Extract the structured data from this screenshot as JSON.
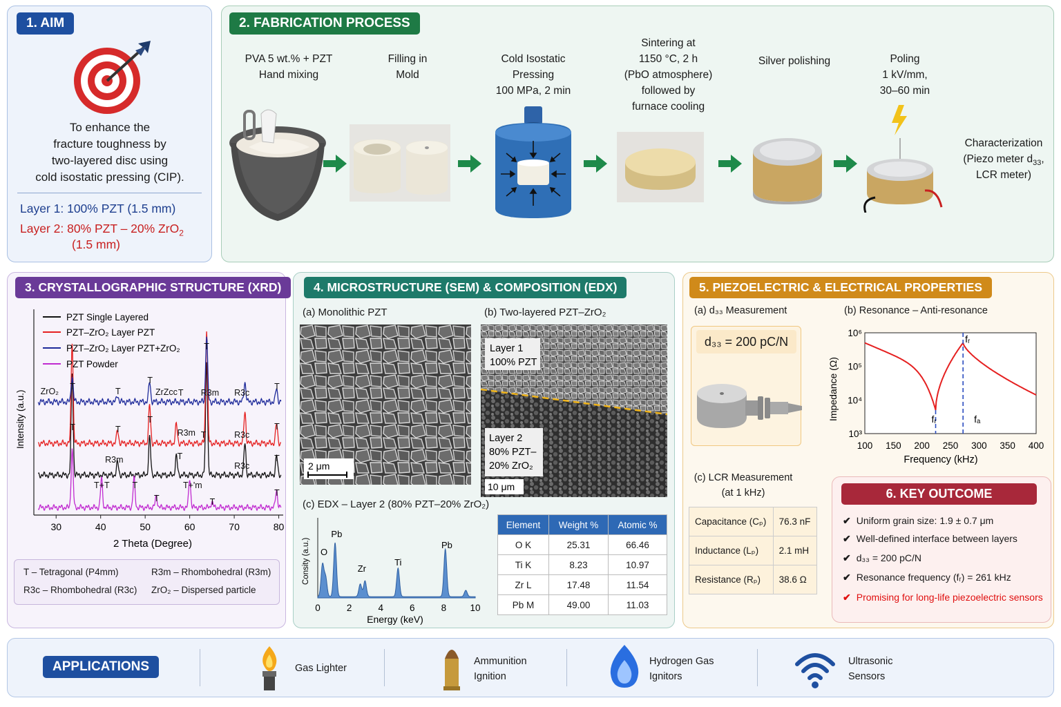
{
  "aim": {
    "header": "1. AIM",
    "text": [
      "To enhance the",
      "fracture toughness by",
      "two-layered disc using",
      "cold isostatic pressing (CIP)."
    ],
    "layer1": "Layer 1: 100% PZT (1.5 mm)",
    "layer2a": "Layer 2: 80% PZT – 20% ZrO",
    "layer2sub": "2",
    "layer2b": "(1.5 mm)"
  },
  "fab": {
    "header": "2. FABRICATION PROCESS",
    "s1": [
      "PVA 5 wt.% + PZT",
      "Hand mixing"
    ],
    "s2": [
      "Filling in",
      "Mold"
    ],
    "s3": [
      "Cold Isostatic",
      "Pressing",
      "100 MPa, 2 min"
    ],
    "s4": [
      "Sintering at",
      "1150 °C, 2 h",
      "(PbO atmosphere)",
      "followed by",
      "furnace cooling"
    ],
    "s5": [
      "Silver polishing"
    ],
    "s6": [
      "Poling",
      "1 kV/mm,",
      "30–60 min"
    ],
    "s7a": "Characterization",
    "s7b": "(Piezo meter d",
    "s7sub": "33",
    "s7c": ",",
    "s7d": "LCR meter)"
  },
  "xrd": {
    "header": "3. CRYSTALLOGRAPHIC STRUCTURE (XRD)",
    "legend": [
      "PZT Single Layered",
      "PZT–ZrO₂ Layer PZT",
      "PZT–ZrO₂ Layer PZT+ZrO₂",
      "PZT Powder"
    ],
    "ylabel": "Intensity (a.u.)",
    "xlabel": "2 Theta (Degree)",
    "ticks": [
      "30",
      "40",
      "50",
      "60",
      "70",
      "80"
    ],
    "notes": [
      "T – Tetragonal (P4mm)",
      "R3m – Rhombohedral (R3m)",
      "R3c – Rhombohedral (R3c)",
      "ZrO₂ – Dispersed particle"
    ],
    "peak_labels": {
      "blue": [
        "ZrO₂",
        "T",
        "T",
        "T",
        "ZrZcc",
        "T",
        "R3m",
        "T",
        "R3c",
        "T"
      ],
      "red": [
        "T",
        "T",
        "T",
        "R3m",
        "T",
        "R3c",
        "T"
      ],
      "black": [
        "R3m",
        "T",
        "R3c",
        "T"
      ],
      "magenta": [
        "T+T",
        "T",
        "T",
        "T+'m",
        "T",
        "T"
      ]
    }
  },
  "sem": {
    "header": "4. MICROSTRUCTURE (SEM) & COMPOSITION (EDX)",
    "a": "(a) Monolithic PZT",
    "b": "(b) Two-layered PZT–ZrO₂",
    "scale_a": "2 μm",
    "scale_b": "10 μm",
    "layer1": [
      "Layer 1",
      "100% PZT"
    ],
    "layer2": [
      "Layer 2",
      "80% PZT–",
      "20% ZrO₂"
    ],
    "c": "(c) EDX – Layer 2 (80% PZT–20% ZrO₂)",
    "edx_ylabel": "Consity (a.u.)",
    "edx_xlabel": "Energy (keV)",
    "edx_ticks": [
      "0",
      "2",
      "4",
      "6",
      "8",
      "10"
    ],
    "edx_peaks": [
      "O",
      "Pb",
      "Zr",
      "Ti",
      "Pb"
    ],
    "table_head": [
      "Element",
      "Weight %",
      "Atomic %"
    ],
    "table_rows": [
      [
        "O K",
        "25.31",
        "66.46"
      ],
      [
        "Ti K",
        "8.23",
        "10.97"
      ],
      [
        "Zr L",
        "17.48",
        "11.54"
      ],
      [
        "Pb M",
        "49.00",
        "11.03"
      ]
    ]
  },
  "piezo": {
    "header": "5. PIEZOELECTRIC & ELECTRICAL PROPERTIES",
    "a": "(a) d₃₃ Measurement",
    "d33": "d₃₃ = 200 pC/N",
    "b": "(b) Resonance – Anti-resonance",
    "ylabel": "Impedance (Ω)",
    "xlabel": "Frequency (kHz)",
    "xticks": [
      "100",
      "150",
      "200",
      "250",
      "300",
      "350",
      "400"
    ],
    "yticks": [
      "10⁶",
      "10⁵",
      "10⁴",
      "10³"
    ],
    "fr": "fᵣ",
    "fa": "fₐ",
    "c": [
      "(c) LCR Measurement",
      "(at 1 kHz)"
    ],
    "lcr": [
      [
        "Capacitance (Cₚ)",
        "76.3 nF"
      ],
      [
        "Inductance (Lₚ)",
        "2.1 mH"
      ],
      [
        "Resistance (Rₚ)",
        "38.6 Ω"
      ]
    ]
  },
  "key": {
    "header": "6. KEY OUTCOME",
    "items": [
      "Uniform grain size: 1.9 ± 0.7 μm",
      "Well-defined interface between layers",
      "d₃₃ = 200 pC/N",
      "Resonance frequency (fᵣ) = 261 kHz",
      "Promising for long-life piezoelectric sensors"
    ],
    "check": "✔"
  },
  "apps": {
    "header": "APPLICATIONS",
    "items": [
      [
        "Gas Lighter"
      ],
      [
        "Ammunition",
        "Ignition"
      ],
      [
        "Hydrogen Gas",
        "Ignitors"
      ],
      [
        "Ultrasonic",
        "Sensors"
      ]
    ]
  },
  "colors": {
    "aim_bg": "#eef3fb",
    "fab_bg": "#eef6f2",
    "xrd_bg": "#f7f3fb",
    "sem_bg": "#eef5f3",
    "piezo_bg": "#fdf8ee",
    "apps_bg": "#eef3fb",
    "blue_hdr": "#1e4fa0",
    "green_hdr": "#1e7a45",
    "purple_hdr": "#6a3a98",
    "teal_hdr": "#1e7a6a",
    "orange_hdr": "#d08a1a",
    "red_hdr": "#a8283a"
  },
  "chart_data": [
    {
      "type": "line",
      "title": "",
      "xlabel": "2 Theta (Degree)",
      "ylabel": "Intensity (a.u.)",
      "xlim": [
        25,
        81
      ],
      "series": [
        {
          "name": "PZT Single Layered",
          "peaks": [
            [
              33.6,
              8
            ],
            [
              43.8,
              1
            ],
            [
              51,
              3
            ],
            [
              57,
              1.5
            ],
            [
              63.8,
              9
            ],
            [
              72.4,
              2.5
            ],
            [
              79.5,
              1.5
            ]
          ]
        },
        {
          "name": "PZT–ZrO₂ Layer PZT",
          "peaks": [
            [
              33.6,
              8
            ],
            [
              43.8,
              1
            ],
            [
              51,
              3
            ],
            [
              57,
              1.5
            ],
            [
              63.8,
              9
            ],
            [
              72.4,
              2.5
            ],
            [
              79.5,
              1.5
            ]
          ]
        },
        {
          "name": "PZT–ZrO₂ Layer PZT+ZrO₂",
          "peaks": [
            [
              33.6,
              2
            ],
            [
              43.8,
              0.5
            ],
            [
              51,
              1.5
            ],
            [
              63.8,
              5
            ],
            [
              72.4,
              1.5
            ],
            [
              79.5,
              1
            ]
          ]
        },
        {
          "name": "PZT Powder",
          "peaks": [
            [
              33.6,
              5
            ],
            [
              40.2,
              2.5
            ],
            [
              47.5,
              2.5
            ],
            [
              52.5,
              1
            ],
            [
              60,
              2.5
            ],
            [
              65,
              0.5
            ],
            [
              79.5,
              1.5
            ]
          ]
        }
      ]
    },
    {
      "type": "line",
      "title": "",
      "xlabel": "Frequency (kHz)",
      "ylabel": "Impedance (Ω)",
      "xlim": [
        100,
        400
      ],
      "yscale": "log",
      "ylim": [
        1000,
        1000000
      ],
      "series": [
        {
          "name": "",
          "x": [
            100,
            150,
            200,
            224,
            250,
            272,
            300,
            350,
            400
          ],
          "y": [
            500000,
            250000,
            60000,
            5000,
            100000,
            500000,
            150000,
            40000,
            14000
          ]
        }
      ]
    },
    {
      "type": "bar",
      "title": "",
      "xlabel": "Energy (keV)",
      "ylabel": "Consity (a.u.)",
      "xlim": [
        0,
        10
      ],
      "series": [
        {
          "name": "",
          "x": [
            0.3,
            0.5,
            1.1,
            2.7,
            3.0,
            5.1,
            8.1,
            9.4
          ],
          "y": [
            10,
            6,
            17,
            4,
            5,
            9,
            15,
            2
          ]
        }
      ]
    }
  ]
}
